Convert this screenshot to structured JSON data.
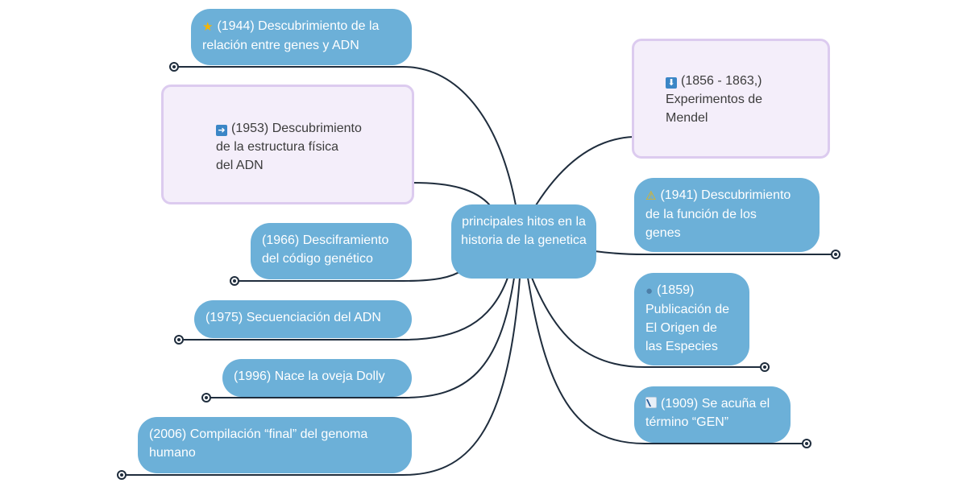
{
  "map": {
    "central": "principales hitos en la historia de la genetica",
    "colors": {
      "node": "#6cb0d8",
      "boxed_bg": "#f4eefa",
      "boxed_border": "#dccbef",
      "line": "#1f2d3d"
    },
    "nodes": [
      {
        "id": "n1944",
        "icon": "star-icon",
        "glyph": "★",
        "lines": [
          "(1944) Descubrimiento de la",
          "relación entre genes y ADN"
        ]
      },
      {
        "id": "n1953",
        "icon": "arrow-right-icon",
        "glyph": "➡",
        "lines": [
          "(1953) Descubrimiento",
          "de la estructura física",
          "del ADN"
        ]
      },
      {
        "id": "n1966",
        "icon": "",
        "glyph": "",
        "lines": [
          "(1966) Desciframiento",
          "del código genético"
        ]
      },
      {
        "id": "n1975",
        "icon": "",
        "glyph": "",
        "lines": [
          "(1975) Secuenciación del ADN"
        ]
      },
      {
        "id": "n1996",
        "icon": "",
        "glyph": "",
        "lines": [
          "(1996) Nace la oveja Dolly"
        ]
      },
      {
        "id": "n2006",
        "icon": "",
        "glyph": "",
        "lines": [
          "(2006) Compilación “final” del genoma",
          "humano"
        ]
      },
      {
        "id": "n1856",
        "icon": "arrow-down-icon",
        "glyph": "⬇",
        "lines": [
          "(1856 - 1863,)",
          "Experimentos de",
          "Mendel"
        ]
      },
      {
        "id": "n1941",
        "icon": "warning-icon",
        "glyph": "⚠",
        "lines": [
          "(1941) Descubrimiento",
          "de la función de los",
          "genes"
        ]
      },
      {
        "id": "n1859",
        "icon": "person-icon",
        "glyph": "👤",
        "lines": [
          "(1859)",
          "Publicación de",
          "El Origen de",
          "las Especies"
        ]
      },
      {
        "id": "n1909",
        "icon": "chart-icon",
        "glyph": "",
        "lines": [
          "(1909) Se acuña el",
          "término “GEN”"
        ]
      }
    ]
  }
}
